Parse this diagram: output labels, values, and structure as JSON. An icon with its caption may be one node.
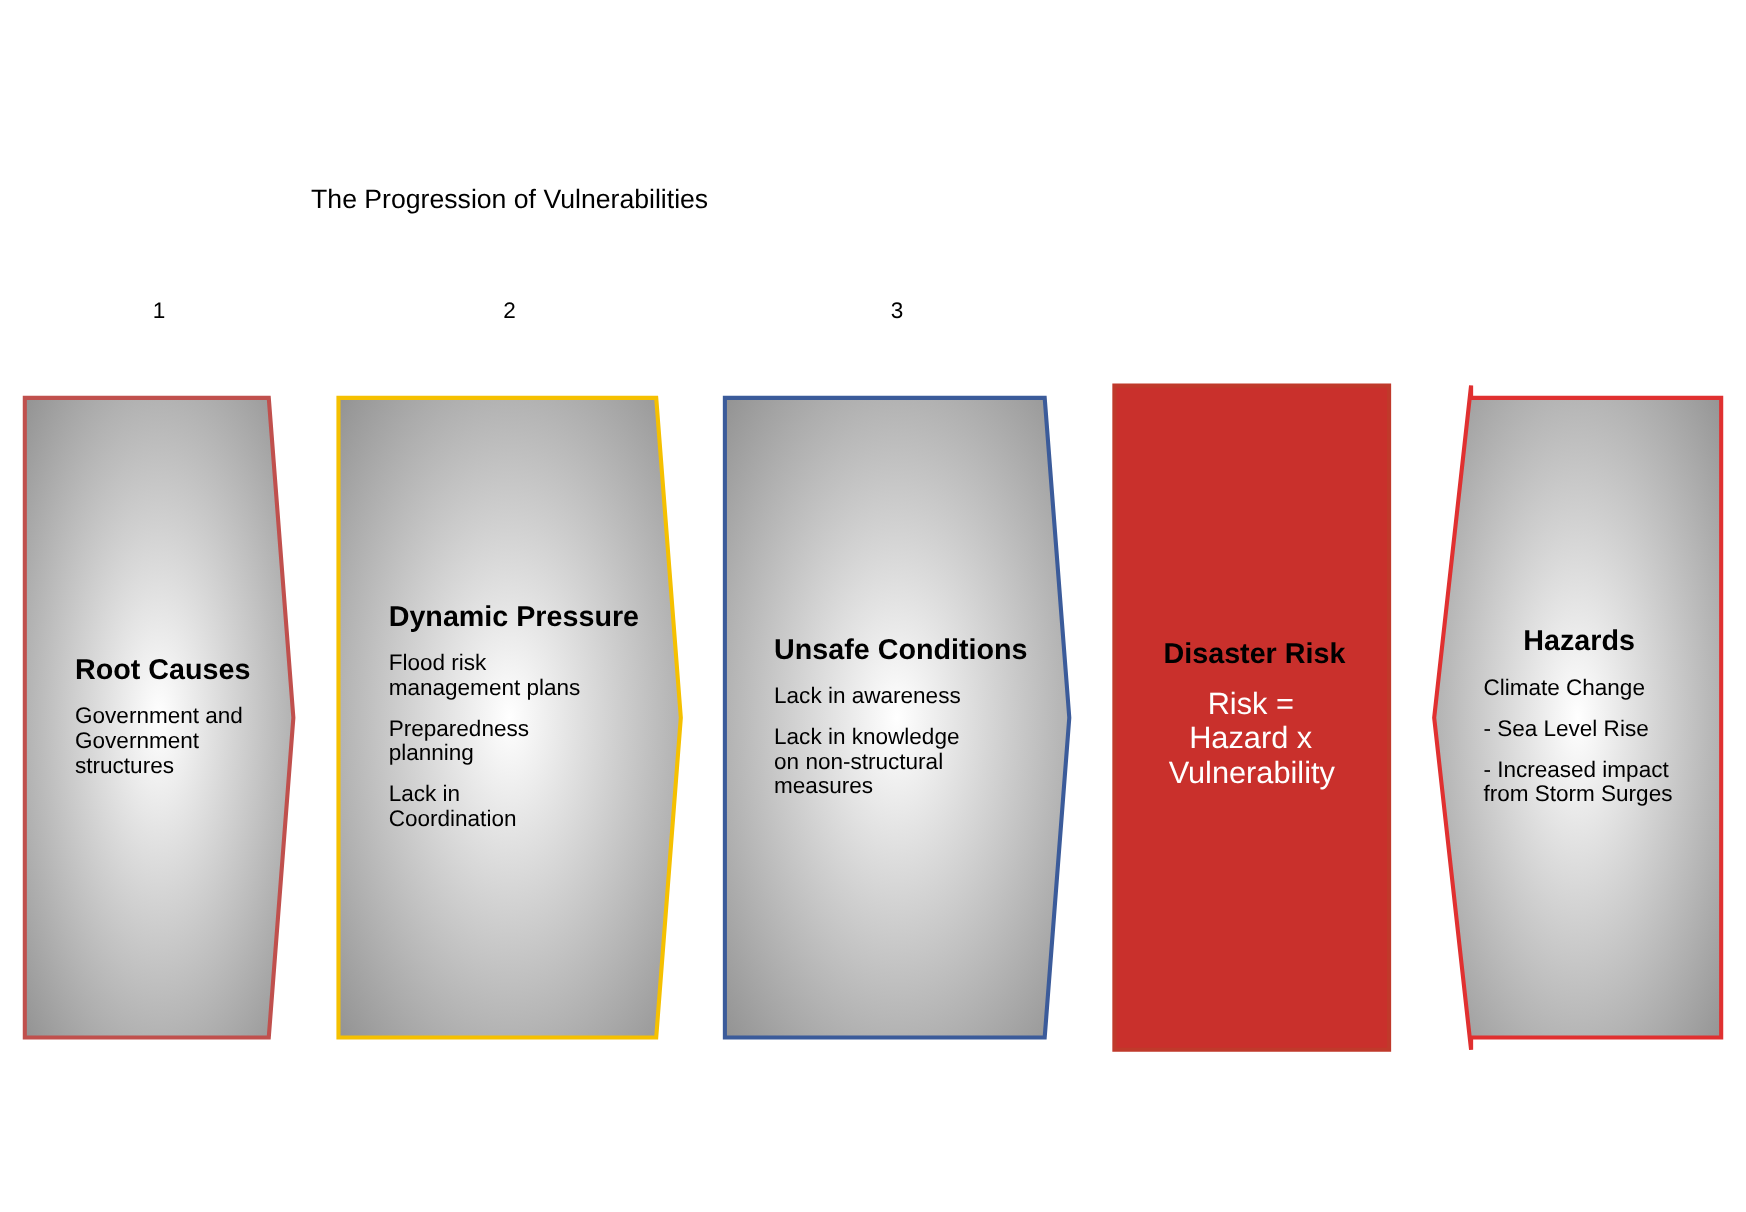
{
  "diagram": {
    "nodes": [
      {
        "text": [
          "Root Causes",
          "Government and Government structures"
        ]
      },
      {
        "text": [
          "Dynamic Pressure",
          "Flood risk management plans",
          "Preparedness planning",
          "Lack in Coordination"
        ]
      },
      {
        "text": [
          "Unsafe Conditions",
          "Lack in awareness",
          "Lack in knowledge on non-structural measures"
        ]
      },
      {
        "text": [
          "Disaster Risk",
          "Risk = Hazard x Vulnerability"
        ]
      },
      {
        "text": [
          "Hazards",
          "Climate Change",
          "- Sea Level Rise",
          "- Increased impact from Storm Surges"
        ]
      }
    ],
    "edges": [],
    "labels": [
      "The Progression of Vulnerabilities",
      "1",
      "2",
      "3"
    ]
  }
}
